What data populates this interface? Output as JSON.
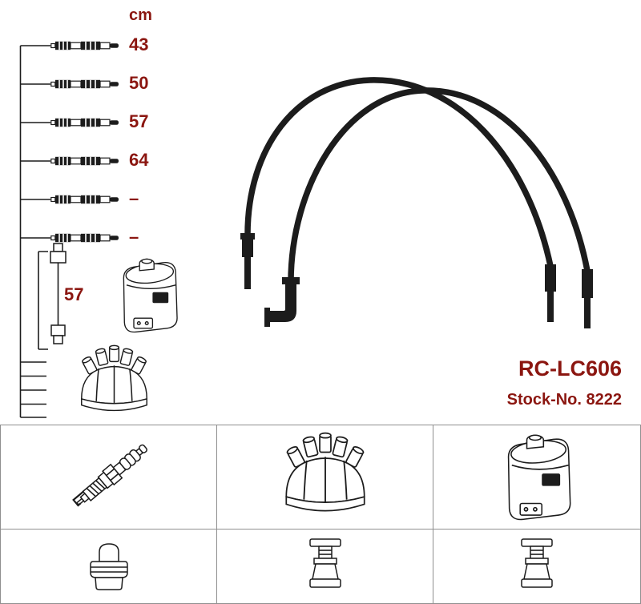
{
  "product": {
    "code": "RC-LC606",
    "stock_no": "Stock-No. 8222"
  },
  "measurements": {
    "unit": "cm",
    "cable_lengths": [
      "43",
      "50",
      "57",
      "64",
      "–",
      "–"
    ],
    "coil_wire_length": "57"
  },
  "colors": {
    "accent_text": "#8B1610",
    "line_art": "#1c1c1c",
    "grid_line": "#8f8f8f"
  },
  "illustrations": {
    "wire_end": "spark-plug-wire-terminal",
    "coil_wire": "coil-to-distributor-wire",
    "ignition_coil": "ignition-coil",
    "distributor_cap": "distributor-cap",
    "cable_set": "ignition-cable-set",
    "spark_plug": "spark-plug",
    "plug_boot": "plug-boot",
    "terminal": "terminal-connector"
  }
}
